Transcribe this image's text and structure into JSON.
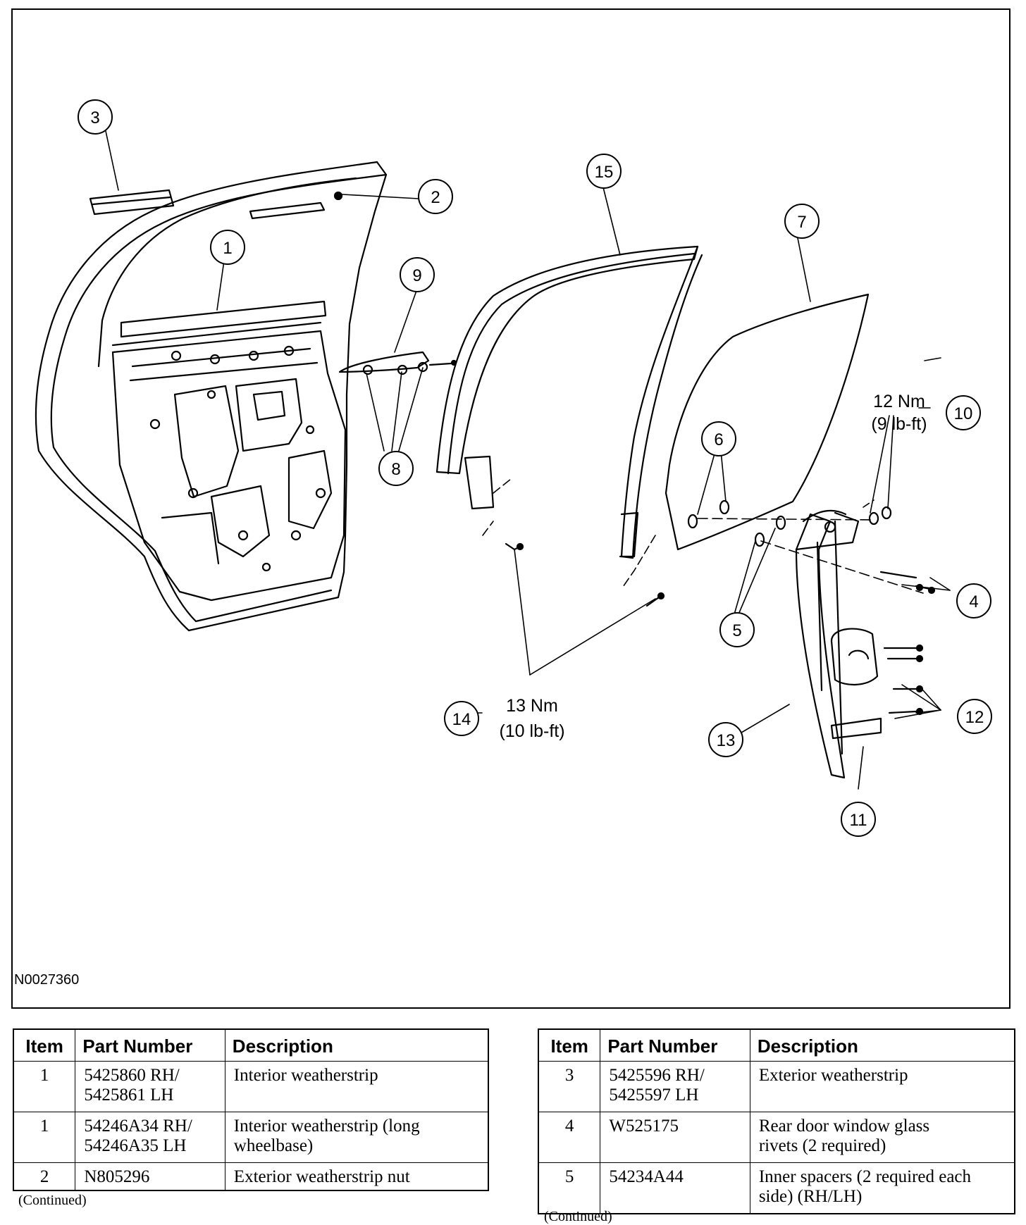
{
  "figure": {
    "id": "N0027360",
    "callouts": [
      "1",
      "2",
      "3",
      "4",
      "5",
      "6",
      "7",
      "8",
      "9",
      "10",
      "11",
      "12",
      "13",
      "14",
      "15"
    ],
    "torque_10": {
      "line1": "12 Nm",
      "line2": "(9 lb-ft)"
    },
    "torque_14": {
      "line1": "13 Nm",
      "line2": "(10 lb-ft)"
    }
  },
  "tables": {
    "headers": {
      "item": "Item",
      "part_number": "Part Number",
      "description": "Description"
    },
    "left": {
      "rows": [
        {
          "item": "1",
          "part1": "5425860 RH/",
          "part2": "5425861 LH",
          "desc1": "Interior weatherstrip",
          "desc2": ""
        },
        {
          "item": "1",
          "part1": "54246A34 RH/",
          "part2": "54246A35 LH",
          "desc1": "Interior weatherstrip (long",
          "desc2": "wheelbase)"
        },
        {
          "item": "2",
          "part1": "N805296",
          "part2": "",
          "desc1": "Exterior weatherstrip nut",
          "desc2": ""
        }
      ],
      "continued": "(Continued)"
    },
    "right": {
      "rows": [
        {
          "item": "3",
          "part1": "5425596 RH/",
          "part2": "5425597 LH",
          "desc1": "Exterior weatherstrip",
          "desc2": ""
        },
        {
          "item": "4",
          "part1": "W525175",
          "part2": "",
          "desc1": "Rear door window glass",
          "desc2": "rivets (2 required)"
        },
        {
          "item": "5",
          "part1": "54234A44",
          "part2": "",
          "desc1": "Inner spacers (2 required each",
          "desc2": "side) (RH/LH)"
        }
      ],
      "continued": "(Continued)"
    }
  }
}
